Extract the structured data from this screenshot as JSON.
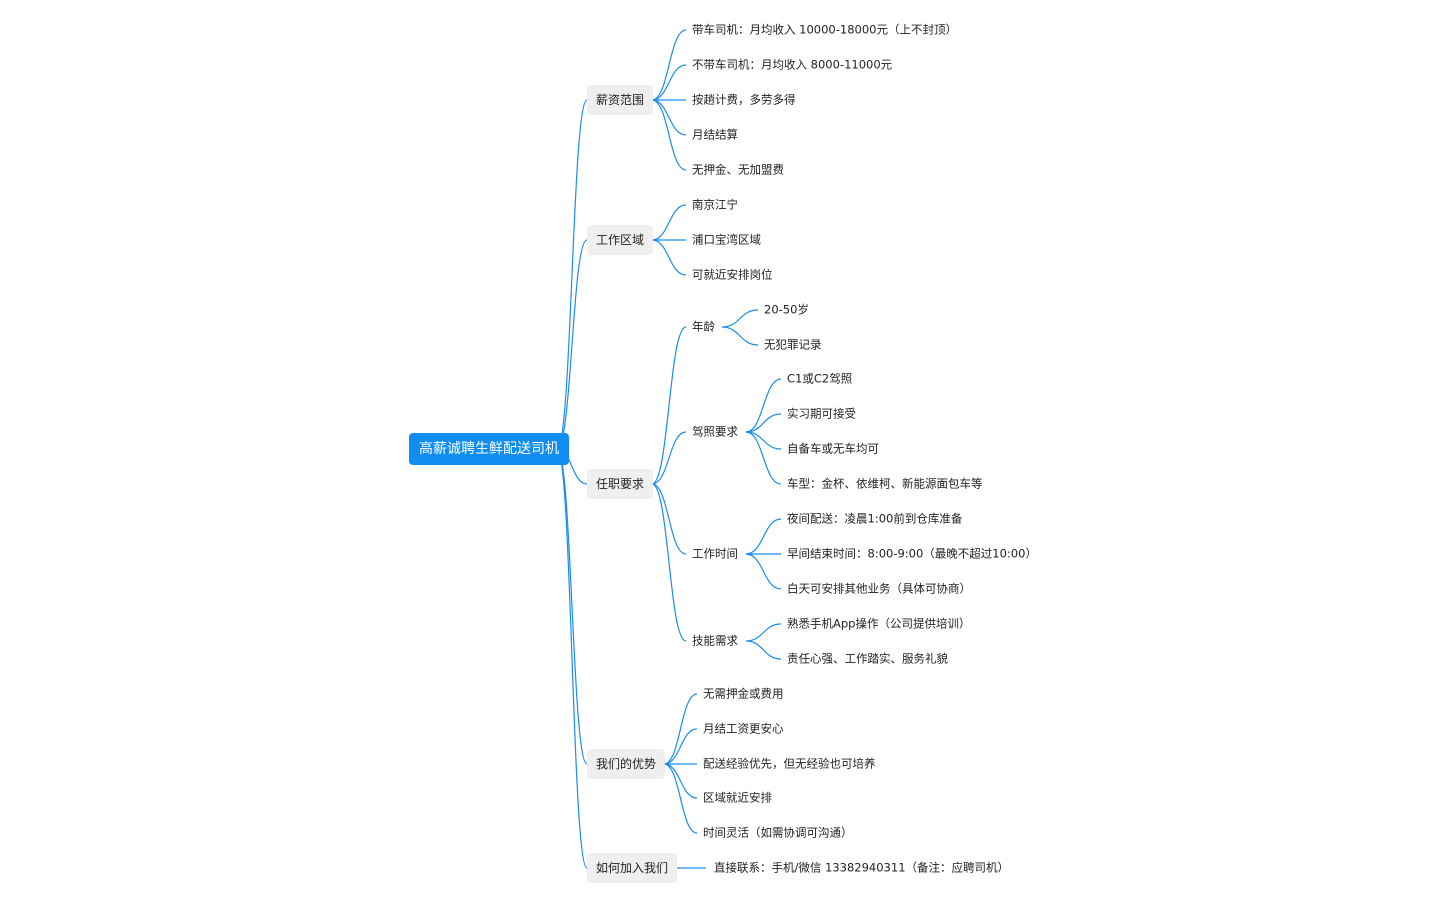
{
  "mindmap": {
    "root": "高薪诚聘生鲜配送司机",
    "branches": [
      {
        "label": "薪资范围",
        "children": [
          {
            "label": "带车司机：月均收入 10000-18000元（上不封顶）"
          },
          {
            "label": "不带车司机：月均收入 8000-11000元"
          },
          {
            "label": "按趟计费，多劳多得"
          },
          {
            "label": "月结结算"
          },
          {
            "label": "无押金、无加盟费"
          }
        ]
      },
      {
        "label": "工作区域",
        "children": [
          {
            "label": "南京江宁"
          },
          {
            "label": "浦口宝湾区域"
          },
          {
            "label": "可就近安排岗位"
          }
        ]
      },
      {
        "label": "任职要求",
        "children": [
          {
            "label": "年龄",
            "children": [
              "20-50岁",
              "无犯罪记录"
            ]
          },
          {
            "label": "驾照要求",
            "children": [
              "C1或C2驾照",
              "实习期可接受",
              "自备车或无车均可",
              "车型：金杯、依维柯、新能源面包车等"
            ]
          },
          {
            "label": "工作时间",
            "children": [
              "夜间配送：凌晨1:00前到仓库准备",
              "早间结束时间：8:00-9:00（最晚不超过10:00）",
              "白天可安排其他业务（具体可协商）"
            ]
          },
          {
            "label": "技能需求",
            "children": [
              "熟悉手机App操作（公司提供培训）",
              "责任心强、工作踏实、服务礼貌"
            ]
          }
        ]
      },
      {
        "label": "我们的优势",
        "children": [
          {
            "label": "无需押金或费用"
          },
          {
            "label": "月结工资更安心"
          },
          {
            "label": "配送经验优先，但无经验也可培养"
          },
          {
            "label": "区域就近安排"
          },
          {
            "label": "时间灵活（如需协调可沟通）"
          }
        ]
      },
      {
        "label": "如何加入我们",
        "children": [
          {
            "label": "直接联系：手机/微信 13382940311（备注：应聘司机）"
          }
        ]
      }
    ]
  },
  "colors": {
    "root_bg": "#0f8df3",
    "root_text": "#ffffff",
    "branch_bg": "#efefef",
    "edge": "#1a8cf0",
    "text": "#222222"
  }
}
